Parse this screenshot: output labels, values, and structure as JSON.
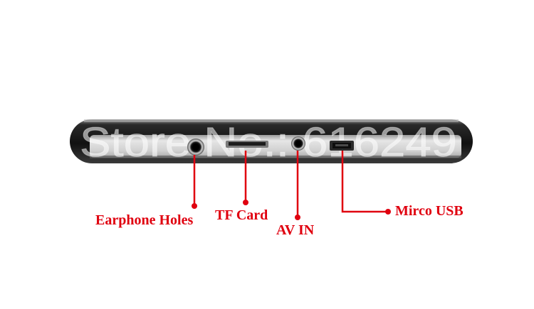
{
  "watermark": "Store No.: 616249",
  "colors": {
    "callout": "#e0000f",
    "device_body": "#1b1b1b",
    "port_panel": "#d9d9d9",
    "background": "#ffffff"
  },
  "ports": [
    {
      "id": "earphone",
      "label": "Earphone Holes",
      "icon": "earphone-jack-icon"
    },
    {
      "id": "tf",
      "label": "TF Card",
      "icon": "tf-card-slot-icon"
    },
    {
      "id": "av",
      "label": "AV IN",
      "icon": "av-in-jack-icon"
    },
    {
      "id": "usb",
      "label": "Mirco USB",
      "icon": "micro-usb-port-icon"
    }
  ]
}
